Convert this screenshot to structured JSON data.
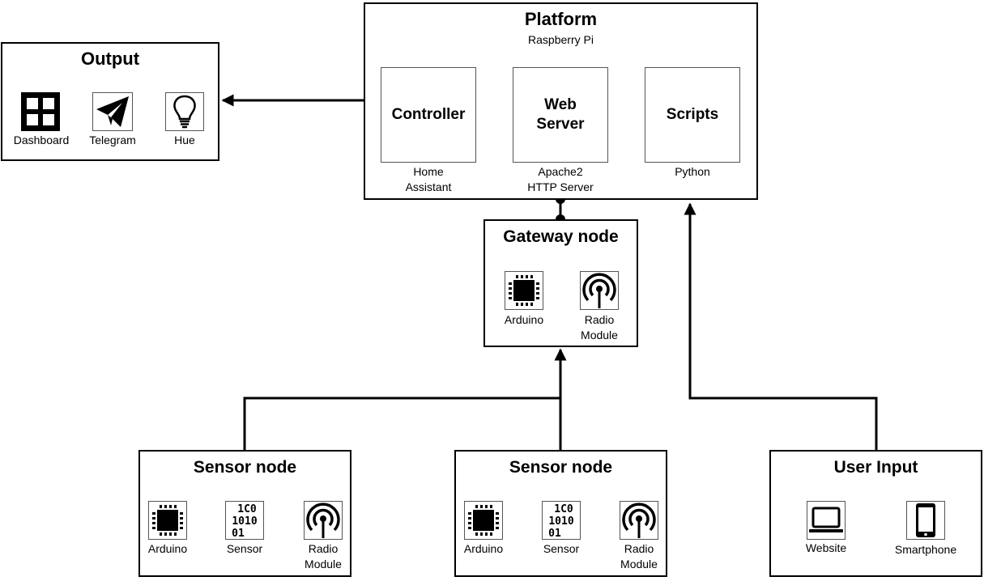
{
  "platform": {
    "title": "Platform",
    "subtitle": "Raspberry Pi",
    "components": [
      {
        "name": "Controller",
        "caption_line1": "Home",
        "caption_line2": "Assistant"
      },
      {
        "name_line1": "Web",
        "name_line2": "Server",
        "caption_line1": "Apache2",
        "caption_line2": "HTTP Server"
      },
      {
        "name": "Scripts",
        "caption_line1": "Python"
      }
    ]
  },
  "output": {
    "title": "Output",
    "items": [
      {
        "label": "Dashboard",
        "icon": "dashboard-grid-icon"
      },
      {
        "label": "Telegram",
        "icon": "paper-plane-icon"
      },
      {
        "label": "Hue",
        "icon": "light-bulb-icon"
      }
    ]
  },
  "gateway": {
    "title": "Gateway node",
    "items": [
      {
        "label": "Arduino",
        "icon": "microchip-icon"
      },
      {
        "label_line1": "Radio",
        "label_line2": "Module",
        "icon": "radio-antenna-icon"
      }
    ]
  },
  "sensor_nodes": [
    {
      "title": "Sensor node",
      "items": [
        {
          "label": "Arduino",
          "icon": "microchip-icon"
        },
        {
          "label": "Sensor",
          "icon": "binary-data-icon"
        },
        {
          "label_line1": "Radio",
          "label_line2": "Module",
          "icon": "radio-antenna-icon"
        }
      ]
    },
    {
      "title": "Sensor node",
      "items": [
        {
          "label": "Arduino",
          "icon": "microchip-icon"
        },
        {
          "label": "Sensor",
          "icon": "binary-data-icon"
        },
        {
          "label_line1": "Radio",
          "label_line2": "Module",
          "icon": "radio-antenna-icon"
        }
      ]
    }
  ],
  "user_input": {
    "title": "User Input",
    "items": [
      {
        "label": "Website",
        "icon": "laptop-icon"
      },
      {
        "label": "Smartphone",
        "icon": "smartphone-icon"
      }
    ]
  },
  "binary_glyphs": {
    "row1": "1C0",
    "row2": "1010",
    "row3": "01"
  },
  "colors": {
    "stroke": "#000000",
    "background": "#ffffff"
  }
}
